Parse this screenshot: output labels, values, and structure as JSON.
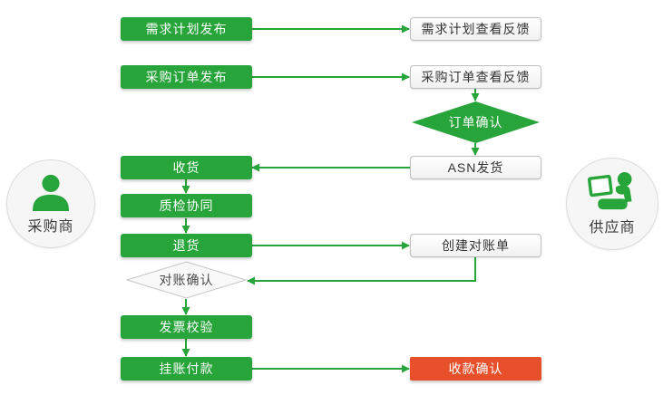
{
  "colors": {
    "green": "#27a53b",
    "red": "#e8502c",
    "box_border": "#bfbfbf",
    "text_dark": "#333333",
    "circle_bg": "#f6f6f6",
    "circle_border": "#dcdcdc"
  },
  "actors": {
    "buyer": {
      "label": "采购商"
    },
    "supplier": {
      "label": "供应商"
    }
  },
  "nodes": {
    "demand_plan_publish": {
      "label": "需求计划发布"
    },
    "demand_plan_feedback": {
      "label": "需求计划查看反馈"
    },
    "po_publish": {
      "label": "采购订单发布"
    },
    "po_feedback": {
      "label": "采购订单查看反馈"
    },
    "order_confirm": {
      "label": "订单确认"
    },
    "asn_ship": {
      "label": "ASN发货"
    },
    "receive_goods": {
      "label": "收货"
    },
    "quality_collab": {
      "label": "质检协同"
    },
    "return_goods": {
      "label": "退货"
    },
    "create_statement": {
      "label": "创建对账单"
    },
    "reconcile_confirm": {
      "label": "对账确认"
    },
    "invoice_verify": {
      "label": "发票校验"
    },
    "payment_on_account": {
      "label": "挂账付款"
    },
    "receipt_confirm": {
      "label": "收款确认"
    }
  }
}
